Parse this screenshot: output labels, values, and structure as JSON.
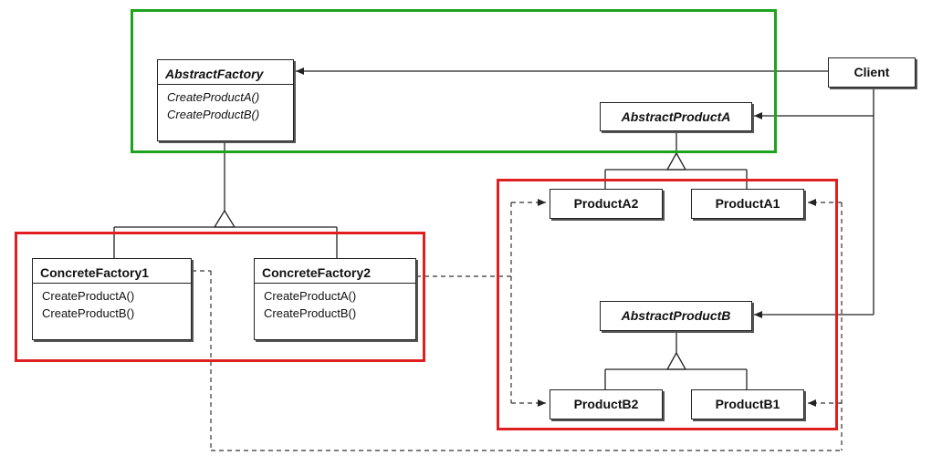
{
  "colors": {
    "highlight_green": "#1ea31e",
    "highlight_red": "#e02020",
    "line": "#222222"
  },
  "classes": {
    "abstract_factory": {
      "name": "AbstractFactory",
      "operations": [
        "CreateProductA()",
        "CreateProductB()"
      ]
    },
    "concrete_factory_1": {
      "name": "ConcreteFactory1",
      "operations": [
        "CreateProductA()",
        "CreateProductB()"
      ]
    },
    "concrete_factory_2": {
      "name": "ConcreteFactory2",
      "operations": [
        "CreateProductA()",
        "CreateProductB()"
      ]
    },
    "client": {
      "name": "Client"
    },
    "abstract_product_a": {
      "name": "AbstractProductA"
    },
    "abstract_product_b": {
      "name": "AbstractProductB"
    },
    "product_a1": {
      "name": "ProductA1"
    },
    "product_a2": {
      "name": "ProductA2"
    },
    "product_b1": {
      "name": "ProductB1"
    },
    "product_b2": {
      "name": "ProductB2"
    }
  }
}
